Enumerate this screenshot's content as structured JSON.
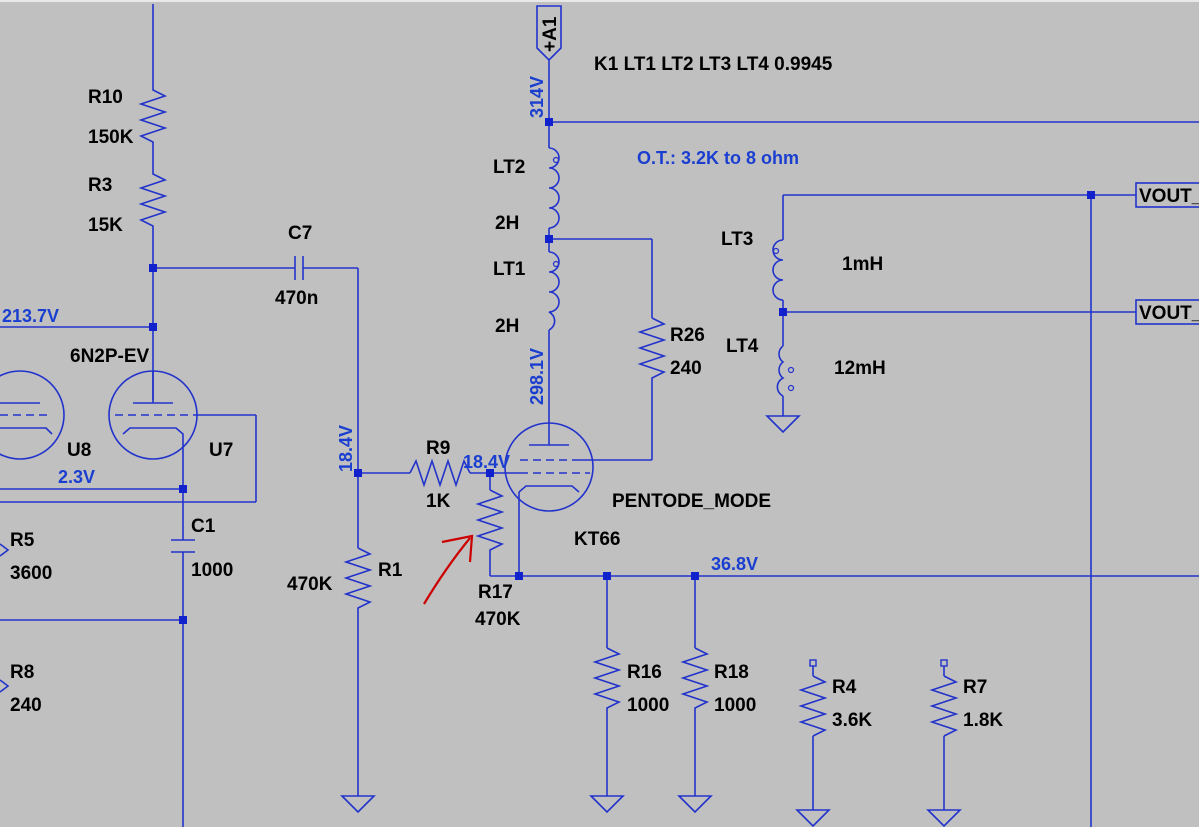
{
  "colors": {
    "background": "#c0c0c0",
    "wire": "#2233cc",
    "label": "#000000",
    "voltage": "#1a3fd0",
    "annotation_arrow": "#cc0000"
  },
  "labels": {
    "spice_directive": "K1 LT1 LT2 LT3 LT4 0.9945",
    "ot_note": "O.T.: 3.2K to 8 ohm",
    "supply_flag": "+A1",
    "vout_top": "VOUT_",
    "vout_mid": "VOUT_",
    "pentode_mode": "PENTODE_MODE"
  },
  "components": {
    "R10": {
      "name": "R10",
      "value": "150K"
    },
    "R3": {
      "name": "R3",
      "value": "15K"
    },
    "C7": {
      "name": "C7",
      "value": "470n"
    },
    "LT2": {
      "name": "LT2",
      "value": "2H"
    },
    "LT1": {
      "name": "LT1",
      "value": "2H"
    },
    "R26": {
      "name": "R26",
      "value": "240"
    },
    "LT3": {
      "name": "LT3",
      "value": "1mH"
    },
    "LT4": {
      "name": "LT4",
      "value": "12mH"
    },
    "U7": {
      "name": "U7",
      "value": "6N2P-EV"
    },
    "U8": {
      "name": "U8"
    },
    "R9": {
      "name": "R9",
      "value": "1K"
    },
    "R1": {
      "name": "R1",
      "value": "470K"
    },
    "R17": {
      "name": "R17",
      "value": "470K"
    },
    "KT66": {
      "name": "KT66"
    },
    "C1": {
      "name": "C1",
      "value": "1000"
    },
    "R5": {
      "name": "R5",
      "value": "3600"
    },
    "R8": {
      "name": "R8",
      "value": "240"
    },
    "R16": {
      "name": "R16",
      "value": "1000"
    },
    "R18": {
      "name": "R18",
      "value": "1000"
    },
    "R4": {
      "name": "R4",
      "value": "3.6K"
    },
    "R7": {
      "name": "R7",
      "value": "1.8K"
    }
  },
  "voltages": {
    "supply": "314V",
    "cathode_u8": "213.7V",
    "grid_u7": "2.3V",
    "grid_r1": "18.4V",
    "grid_kt66": "18.4V",
    "plate_kt66": "298.1V",
    "cathode_kt66": "36.8V"
  }
}
